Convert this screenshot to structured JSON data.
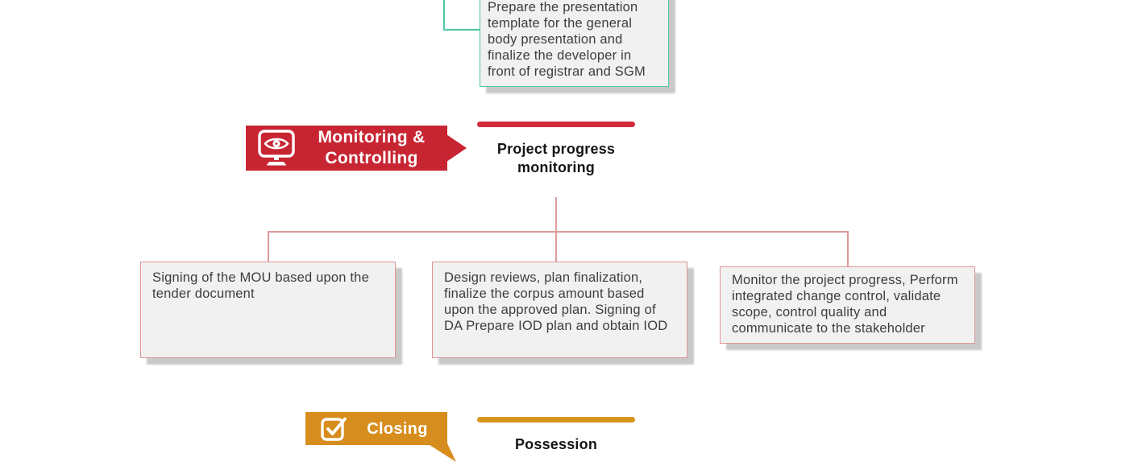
{
  "colors": {
    "red_banner": "#c82533",
    "red_bar": "#d32c3a",
    "gold_banner": "#d78d1d",
    "gold_bar": "#d8951c",
    "teal_accent": "#4cc7a5",
    "connector_pink": "#dd9a9a",
    "note_background": "#f1f1f1",
    "note_border": "#de9595"
  },
  "top_note": {
    "text": "Prepare the presentation template for the general body presentation and finalize the developer in front of registrar and SGM"
  },
  "monitoring_phase": {
    "banner_line1": "Monitoring &",
    "banner_line2": "Controlling",
    "icon": "monitor-eye-icon",
    "milestone": "Project progress monitoring",
    "tasks": [
      "Signing of the MOU based upon the tender document",
      "Design reviews, plan finalization, finalize the corpus amount based upon the approved plan. Signing of DA Prepare IOD plan and obtain IOD",
      "Monitor the project progress, Perform integrated change control, validate scope, control quality and communicate to the stakeholder"
    ]
  },
  "closing_phase": {
    "banner_label": "Closing",
    "icon": "check-square-icon",
    "milestone": "Possession"
  }
}
